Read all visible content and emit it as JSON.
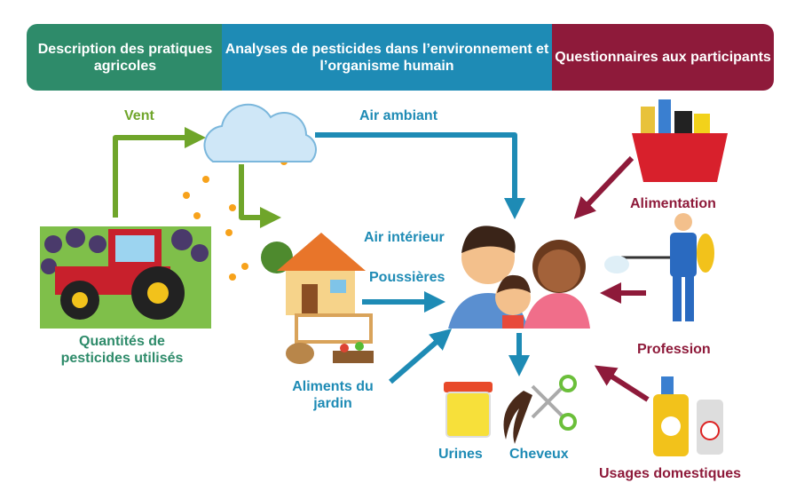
{
  "header": {
    "practices": "Description des pratiques agricoles",
    "analyses": "Analyses de pesticides dans l’environnement et l’organisme humain",
    "questionnaires": "Questionnaires aux participants"
  },
  "labels": {
    "wind": "Vent",
    "ambient_air": "Air ambiant",
    "indoor_air": "Air intérieur",
    "dust": "Poussières",
    "garden_food": "Aliments du jardin",
    "urine": "Urines",
    "hair": "Cheveux",
    "food": "Alimentation",
    "profession": "Profession",
    "domestic_use": "Usages domestiques",
    "pesticide_quantities": "Quantités de pesticides utilisés"
  },
  "colors": {
    "green": "#2e8b6a",
    "blue": "#1e8bb5",
    "maroon": "#8e1a3a",
    "lime": "#6fa52a"
  }
}
